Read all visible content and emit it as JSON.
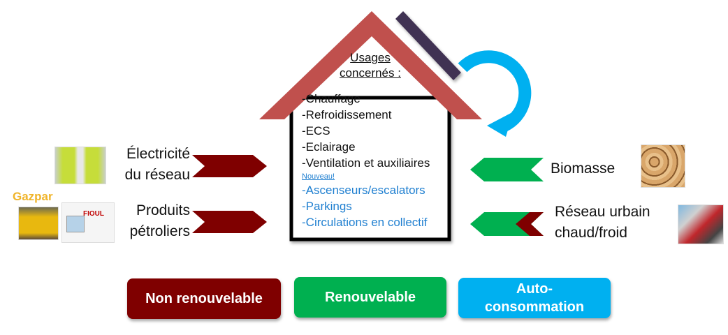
{
  "colors": {
    "non_renewable": "#7f0000",
    "renewable": "#00b050",
    "self_consumption": "#00b0f0",
    "roof": "#c0504d",
    "solar_panel": "#403152",
    "house_outline": "#000000",
    "new_items": "#1f7fd0"
  },
  "house": {
    "title_line1": "Usages",
    "title_line2": "concernés :",
    "usages": [
      "-Chauffage",
      "-Refroidissement",
      "-ECS",
      "-Eclairage",
      "-Ventilation et auxiliaires"
    ],
    "new_label": "Nouveau!",
    "new_usages": [
      "-Ascenseurs/escalators",
      "-Parkings",
      "-Circulations en collectif"
    ]
  },
  "sources_left": [
    {
      "line1": "Électricité",
      "line2": "du réseau",
      "type": "non_renewable",
      "image": "electricity-meter-photo"
    },
    {
      "line1": "Produits",
      "line2": "pétroliers",
      "type": "non_renewable",
      "image": "fuel-truck-photo",
      "brand_logo": "Gazpar",
      "truck_text": "FIOUL"
    }
  ],
  "sources_right": [
    {
      "line1": "Biomasse",
      "type": "renewable",
      "image": "firewood-photo"
    },
    {
      "line1": "Réseau urbain",
      "line2": "chaud/froid",
      "type": "mixed",
      "image": "heat-network-photo"
    }
  ],
  "legend": {
    "non_renewable": "Non renouvelable",
    "renewable": "Renouvelable",
    "self_consumption_line1": "Auto-",
    "self_consumption_line2": "consommation"
  }
}
